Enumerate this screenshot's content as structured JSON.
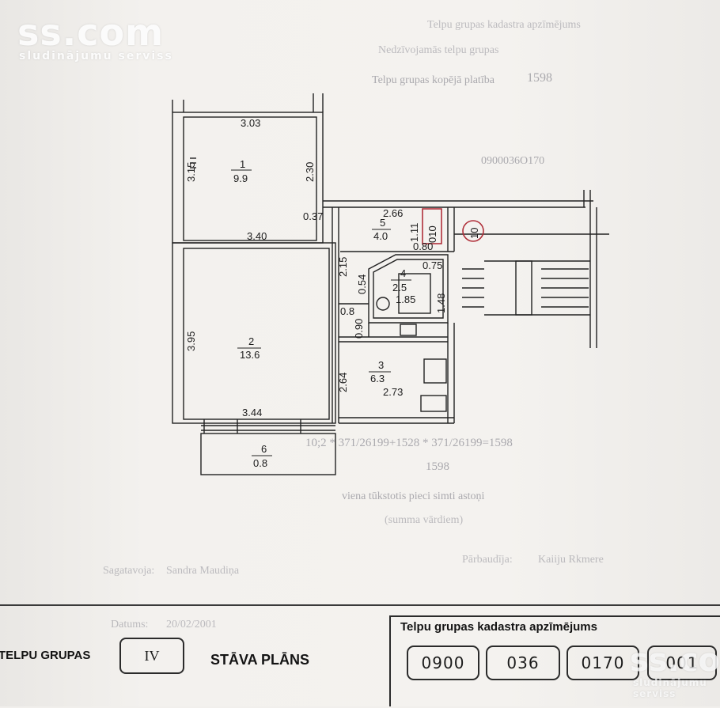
{
  "watermark": {
    "brand": "ss.com",
    "tagline": "sludinājumu serviss"
  },
  "faded_text": {
    "area_value": "1598",
    "cadastre_number": "0900036O170",
    "equation": "10;2 * 371/26199+1528 * 371/26199=1598",
    "total_area_value": "1598",
    "subtitle_1": "viena tūkstotis pieci simti  astoņi",
    "subtitle_2": "(summa vārdiem)",
    "prepared_by_label": "Sagatavoja:",
    "prepared_by_name": "Sandra Maudiņa",
    "responsible_label": "Pārbaudīja:",
    "responsible_name": "Kaiiju Rkmere",
    "date_label": "Datums:",
    "date_value": "20/02/2001",
    "heading_1": "Telpu grupas kadastra apzīmējums",
    "heading_2": "Nedzīvojamās telpu grupas",
    "heading_3": "Telpu grupas kopējā platība"
  },
  "plan": {
    "rooms": [
      {
        "number": "1",
        "area": "9.9"
      },
      {
        "number": "2",
        "area": "13.6"
      },
      {
        "number": "3",
        "area": "6.3"
      },
      {
        "number": "4",
        "area": "2.5"
      },
      {
        "number": "5",
        "area": "4.0"
      },
      {
        "number": "6",
        "area": "0.8"
      }
    ],
    "dimensions": {
      "d303": "3.03",
      "d315": "3.15",
      "d230": "2.30",
      "d340": "3.40",
      "d395": "3.95",
      "d344": "3.44",
      "d215": "2.15",
      "d264": "2.64",
      "d037": "0.37",
      "d266": "2.66",
      "d111": "1.11",
      "d080": "0.80",
      "d075": "0.75",
      "d054": "0.54",
      "d185": "1.85",
      "d148": "1.48",
      "d08": "0.8",
      "d090": "0.90",
      "d273": "2.73"
    },
    "stair_code": "010",
    "floor_circle": "10"
  },
  "footer": {
    "group_label": "TELPU GRUPAS",
    "group_value": "IV",
    "floor_plan_title": "STĀVA PLĀNS",
    "cadastre_title": "Telpu grupas kadastra apzīmējums",
    "codes": [
      "0900",
      "036",
      "0170",
      "001"
    ]
  }
}
